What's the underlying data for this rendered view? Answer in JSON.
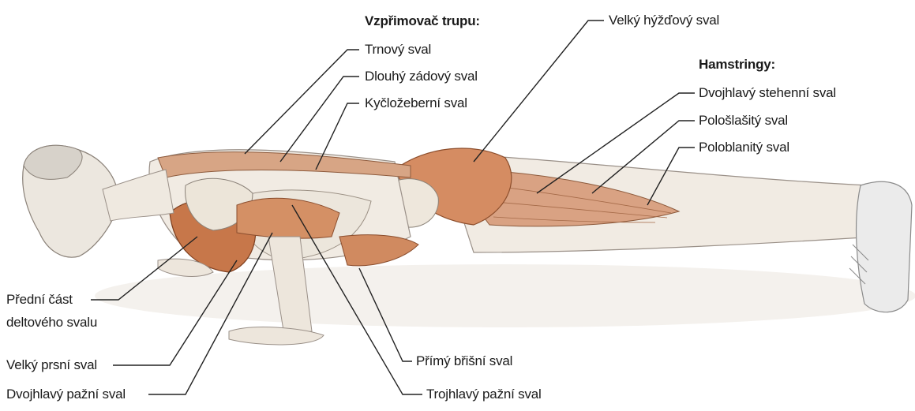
{
  "diagram": {
    "subject": "push-up muscle anatomy",
    "colors": {
      "muscle": "#d79a78",
      "muscle_dark": "#b8582e",
      "skin": "#f2ede6",
      "outline": "#8a8178",
      "leader": "#222222"
    },
    "groups": {
      "erector_spinae": {
        "heading": "Vzpřimovač trupu:",
        "items": [
          "Trnový sval",
          "Dlouhý zádový sval",
          "Kyčložeberní sval"
        ]
      },
      "gluteus": {
        "label": "Velký hýžďový sval"
      },
      "hamstrings": {
        "heading": "Hamstringy:",
        "items": [
          "Dvojhlavý stehenní sval",
          "Pološlašitý sval",
          "Poloblanitý sval"
        ]
      }
    },
    "left_labels": {
      "anterior_deltoid_line1": "Přední část",
      "anterior_deltoid_line2": "deltového svalu",
      "pectoralis": "Velký prsní sval",
      "biceps": "Dvojhlavý pažní sval"
    },
    "bottom_labels": {
      "rectus_abdominis": "Přímý břišní sval",
      "triceps": "Trojhlavý pažní sval"
    }
  }
}
